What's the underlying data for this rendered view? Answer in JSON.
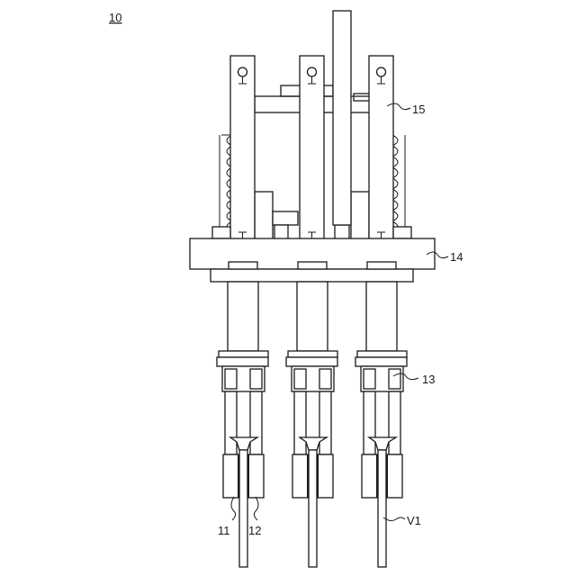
{
  "figure": {
    "reference_number": "10",
    "labels": {
      "frame": "15",
      "plate": "14",
      "holder": "13",
      "part_a": "11",
      "part_b": "12",
      "valve": "V1"
    }
  },
  "colors": {
    "line": "#1a1a1a",
    "background": "#ffffff"
  }
}
